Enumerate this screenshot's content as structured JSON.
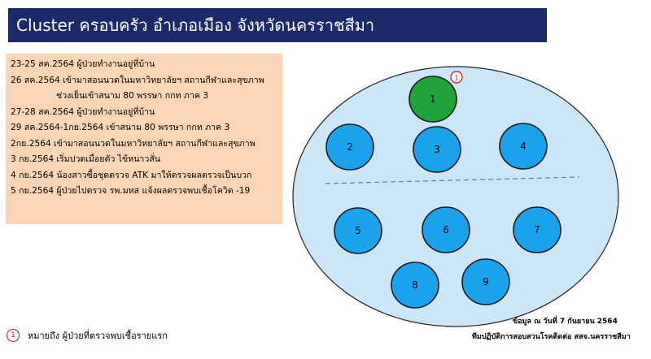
{
  "title": "Cluster   ครอบครัว อำเภอเมือง   จังหวัดนครราชสีมา",
  "timeline": [
    {
      "text": "23-25 สค.2564 ผู้ป่วยทำงานอยู่ที่บ้าน",
      "indent": false
    },
    {
      "text": "26 สค.2564 เข้ามาสอนนวดในมหาวิทยาลัยฯ สถานกีฬาและสุขภาพ",
      "indent": false
    },
    {
      "text": "ช่วงเย็นเข้าสนาม 80 พรรษา กกท ภาค 3",
      "indent": true
    },
    {
      "text": "27-28 สค.2564 ผู้ป่วยทำงานอยู่ที่บ้าน",
      "indent": false
    },
    {
      "text": "29 สค.2564-1กย.2564  เข้าสนาม 80 พรรษา กกท ภาค 3",
      "indent": false
    },
    {
      "text": "2กย.2564 เข้ามาสอนนวดในมหาวิทยาลัยฯ สถานกีฬาและสุขภาพ",
      "indent": false
    },
    {
      "text": "3 กย.2564 เริ่มปวดเมื่อยตัว ไข้หนาวสั่น",
      "indent": false
    },
    {
      "text": "4 กย.2564 น้องสาวซื้อชุดตรวจ ATK มาให้ตรวจผลตรวจเป็นบวก",
      "indent": false
    },
    {
      "text": "5 กย.2564 ผู้ป่วยไปตรวจ รพ.มหส แจ้งผลตรวจพบเชื้อโควิด -19",
      "indent": false
    }
  ],
  "cases": [
    {
      "label": "1",
      "index_case": true,
      "group": "upper"
    },
    {
      "label": "2",
      "index_case": false,
      "group": "upper"
    },
    {
      "label": "3",
      "index_case": false,
      "group": "upper"
    },
    {
      "label": "4",
      "index_case": false,
      "group": "upper"
    },
    {
      "label": "5",
      "index_case": false,
      "group": "lower"
    },
    {
      "label": "6",
      "index_case": false,
      "group": "lower"
    },
    {
      "label": "7",
      "index_case": false,
      "group": "lower"
    },
    {
      "label": "8",
      "index_case": false,
      "group": "lower"
    },
    {
      "label": "9",
      "index_case": false,
      "group": "lower"
    }
  ],
  "index_marker": "1",
  "legend_text": "หมายถึง  ผู้ป่วยที่ตรวจพบเชื้อรายแรก",
  "source_date": "ข้อมูล ณ วันที่ 7 กันยายน 2564",
  "source_team": "ทีมปฏิบัติการสอบสวนโรคติดต่อ สสจ.นครราชสีมา",
  "colors": {
    "title_bg": "#1b2a6b",
    "timeline_bg": "#fbd5b5",
    "cluster_fill": "#cce6f7",
    "case_fill": "#1aa3ec",
    "index_fill": "#1fa33a",
    "marker": "#d01010"
  }
}
